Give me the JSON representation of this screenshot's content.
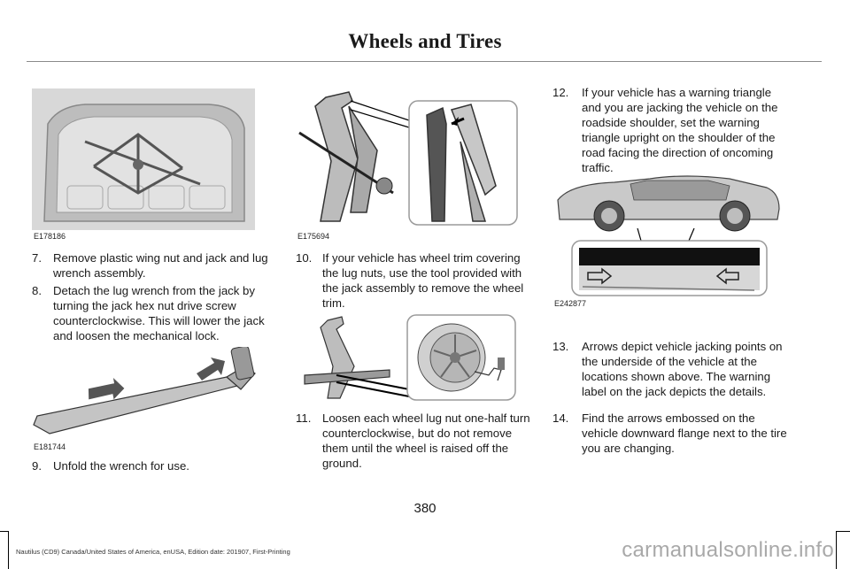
{
  "header": {
    "title": "Wheels and Tires"
  },
  "figures": {
    "fig1": "E178186",
    "fig2": "E175694",
    "fig3": "E181744",
    "fig4": "E242877"
  },
  "steps": {
    "s7": {
      "num": "7.",
      "text": "Remove plastic wing nut and jack and lug wrench assembly."
    },
    "s8": {
      "num": "8.",
      "text": "Detach the lug wrench from the jack by turning the jack hex nut drive screw counterclockwise. This will lower the jack and loosen the mechanical lock."
    },
    "s9": {
      "num": "9.",
      "text": "Unfold the wrench for use."
    },
    "s10": {
      "num": "10.",
      "text": "If your vehicle has wheel trim covering the lug nuts, use the tool provided with the jack assembly to remove the wheel trim."
    },
    "s11": {
      "num": "11.",
      "text": "Loosen each wheel lug nut one-half turn counterclockwise, but do not remove them until the wheel is raised off the ground."
    },
    "s12": {
      "num": "12.",
      "text": "If your vehicle has a warning triangle and you are jacking the vehicle on the roadside shoulder, set the warning triangle upright on the shoulder of the road facing the direction of oncoming traffic."
    },
    "s13": {
      "num": "13.",
      "text": "Arrows depict vehicle jacking points on the underside of the vehicle at the locations shown above. The warning label on the jack depicts the details."
    },
    "s14": {
      "num": "14.",
      "text": "Find the arrows embossed on the vehicle downward flange next to the tire you are changing."
    }
  },
  "page_number": "380",
  "footer": "Nautilus (CD9) Canada/United States of America, enUSA, Edition date: 201907, First-Printing",
  "watermark": "carmanualsonline.info"
}
